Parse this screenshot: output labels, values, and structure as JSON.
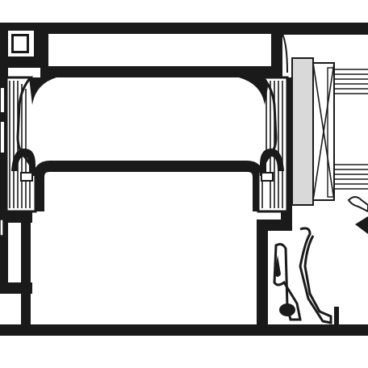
{
  "drawing": {
    "colors": {
      "ink": "#1a1a1a",
      "paper": "#ffffff",
      "gasket_fill": "#d9d9d9",
      "hatch": "#1a1a1a"
    },
    "parts": [
      "frame-profile",
      "sash-profile",
      "thermal-break-left",
      "thermal-break-right",
      "glazing-bead",
      "weather-seal",
      "drainage-channel",
      "insulated-glazing-edge"
    ]
  }
}
